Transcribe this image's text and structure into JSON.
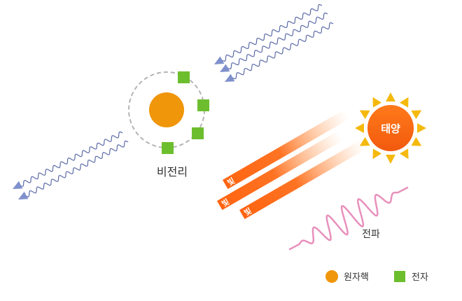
{
  "labels": {
    "ion": "비전리",
    "sun": "태양",
    "light": "빛",
    "wave": "전파"
  },
  "legend": {
    "nucleus": "원자핵",
    "electron": "전자"
  },
  "colors": {
    "nucleus": "#F0960A",
    "electron": "#6DBE2E",
    "sun_core": "#F96A12",
    "sun_ray": "#F5B90E",
    "beam": "#FF6410",
    "wave_pink": "#E890BC",
    "ray_blue": "#5C6BA8",
    "arrow_blue": "#7F90CC",
    "orbit": "#B0B0B0",
    "text": "#333333"
  }
}
